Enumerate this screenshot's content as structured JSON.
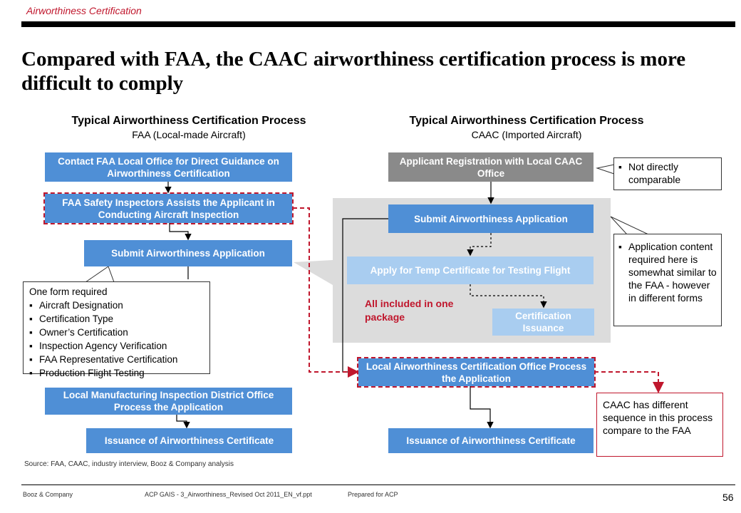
{
  "header": {
    "section": "Airworthiness Certification",
    "title": "Compared with FAA, the CAAC airworthiness certification process is more difficult to comply"
  },
  "faa": {
    "heading": "Typical Airworthiness Certification Process",
    "subheading": "FAA (Local-made Aircraft)",
    "steps": [
      "Contact FAA Local Office for Direct Guidance on Airworthiness Certification",
      "FAA Safety Inspectors Assists the Applicant in Conducting Aircraft Inspection",
      "Submit Airworthiness Application",
      "Local Manufacturing Inspection District Office Process the Application",
      "Issuance of Airworthiness Certificate"
    ],
    "form_note": {
      "title": "One form required",
      "items": [
        "Aircraft Designation",
        "Certification Type",
        "Owner’s Certification",
        "Inspection Agency Verification",
        "FAA Representative Certification",
        "Production Flight Testing"
      ]
    }
  },
  "caac": {
    "heading": "Typical Airworthiness Certification Process",
    "subheading": "CAAC (Imported Aircraft)",
    "steps": [
      "Applicant Registration with Local CAAC Office",
      "Submit Airworthiness Application",
      "Apply for Temp Certificate for Testing Flight",
      "Certification Issuance",
      "Local Airworthiness Certification Office Process the Application",
      "Issuance of Airworthiness Certificate"
    ],
    "package_label": "All included in one package"
  },
  "callouts": {
    "not_comparable": "Not directly comparable",
    "application_content": "Application content required here is somewhat similar to the FAA - however in different forms",
    "different_sequence": "CAAC has different sequence in this process compare to the FAA"
  },
  "footer": {
    "source": "Source:   FAA, CAAC, industry interview, Booz & Company analysis",
    "company": "Booz & Company",
    "file": "ACP GAIS - 3_Airworthiness_Revised Oct 2011_EN_vf.ppt",
    "prepared": "Prepared for ACP",
    "page": "56"
  },
  "colors": {
    "accent_red": "#c0172d",
    "box_blue": "#4f8fd6",
    "box_light_blue": "#a9cdf0",
    "box_gray": "#8a8a8a",
    "shade_gray": "#dcdcdc"
  }
}
